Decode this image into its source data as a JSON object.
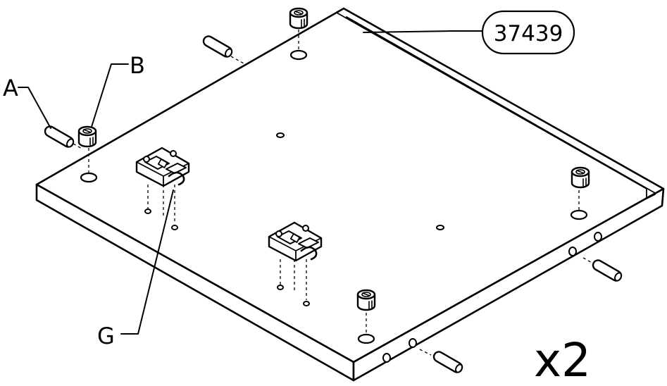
{
  "diagram": {
    "part_number": "37439",
    "quantity": "x2",
    "callouts": {
      "a": "A",
      "b": "B",
      "g": "G"
    },
    "icons": [
      "panel-board",
      "dowel-pin",
      "cam-lock",
      "hinge-mounting-plate"
    ]
  }
}
